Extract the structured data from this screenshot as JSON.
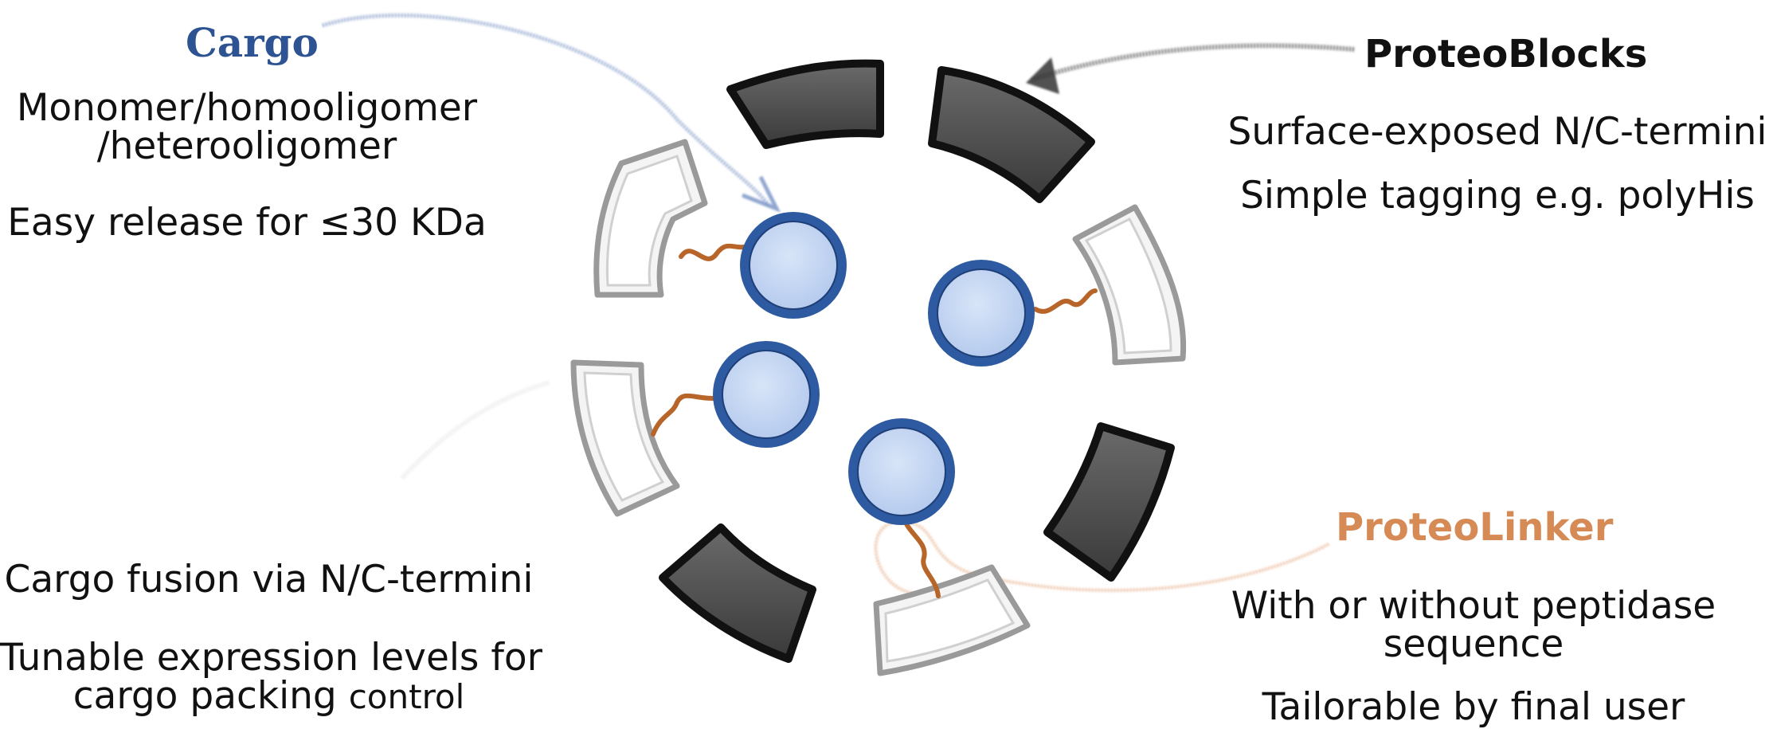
{
  "cargo": {
    "heading": "Cargo",
    "line1": "Monomer/homooligomer",
    "line2": "/heterooligomer",
    "line3": "Easy release for ≤30 KDa"
  },
  "proteoblocks": {
    "heading": "ProteoBlocks",
    "line1": "Surface-exposed N/C-termini",
    "line2": "Simple tagging e.g. polyHis"
  },
  "proteolinker": {
    "heading": "ProteoLinker",
    "line1": "With or without peptidase",
    "line2": "sequence",
    "line3": "Tailorable by final user"
  },
  "fusion": {
    "line1": "Cargo fusion via N/C-termini",
    "line2": "Tunable expression levels for",
    "line3a": "cargo packing ",
    "line3b": "control"
  },
  "colors": {
    "cargo_accent": "#2e5393",
    "linker_accent": "#d68a55",
    "dark_block": "#4d4d4d",
    "light_block": "#f2f2f2",
    "cargo_fill": "#c4d6f3",
    "cargo_ring": "#2d5aa0",
    "linker_line": "#b8652a"
  }
}
